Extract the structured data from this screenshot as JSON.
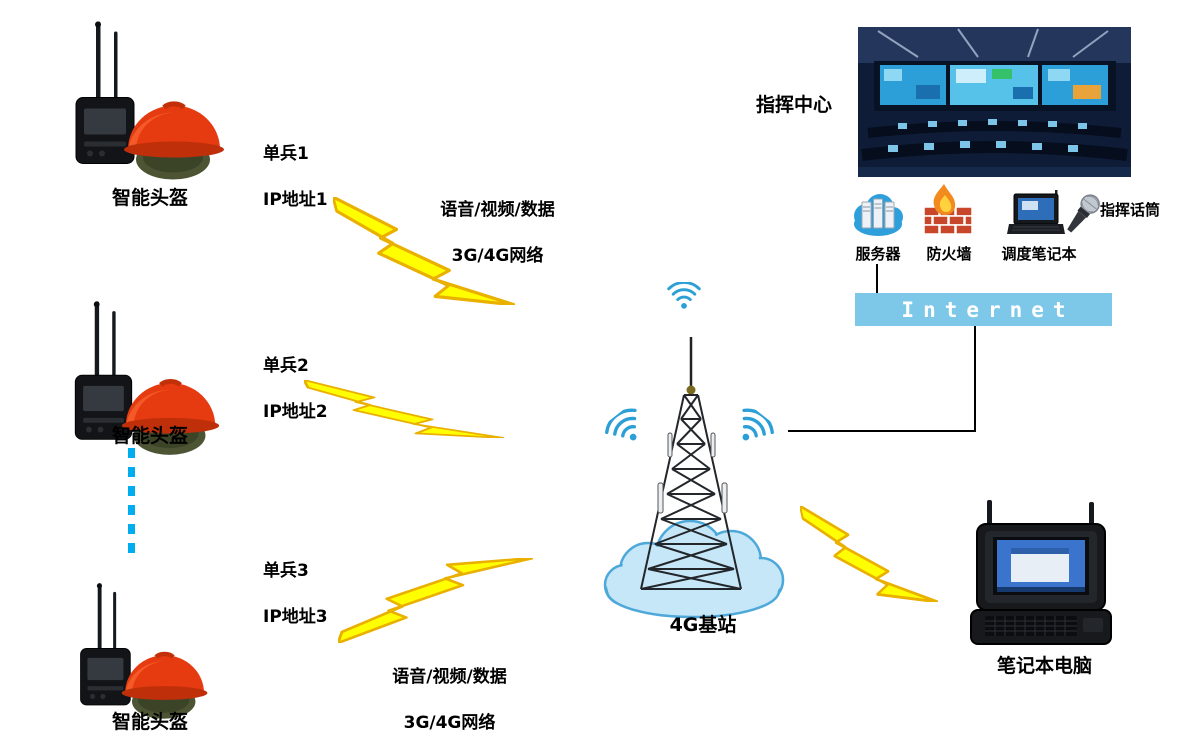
{
  "helmets": [
    {
      "label": "智能头盔"
    },
    {
      "label": "智能头盔"
    },
    {
      "label": "智能头盔"
    }
  ],
  "soldiers": [
    {
      "name": "单兵1",
      "ip": "IP地址1"
    },
    {
      "name": "单兵2",
      "ip": "IP地址2"
    },
    {
      "name": "单兵3",
      "ip": "IP地址3"
    }
  ],
  "links": [
    {
      "line1": "语音/视频/数据",
      "line2": "3G/4G网络"
    },
    {
      "line1": "语音/视频/数据",
      "line2": "3G/4G网络"
    }
  ],
  "base_station": {
    "label": "4G基站"
  },
  "command_center": {
    "label": "指挥中心"
  },
  "equipment": {
    "server_label": "服务器",
    "firewall_label": "防火墙",
    "dispatch_laptop_label": "调度笔记本",
    "microphone_label": "指挥话筒"
  },
  "internet": {
    "label": "Internet"
  },
  "laptop": {
    "label": "笔记本电脑"
  },
  "icons": {
    "lightning": "lightning-bolt-icon",
    "wifi": "wifi-signal-icon"
  },
  "colors": {
    "lightning": "#ffff00",
    "lightning_edge": "#eab000",
    "internet_bar": "#7dc8e8",
    "dotted_line": "#00aeef",
    "wifi": "#2b9fd6"
  }
}
